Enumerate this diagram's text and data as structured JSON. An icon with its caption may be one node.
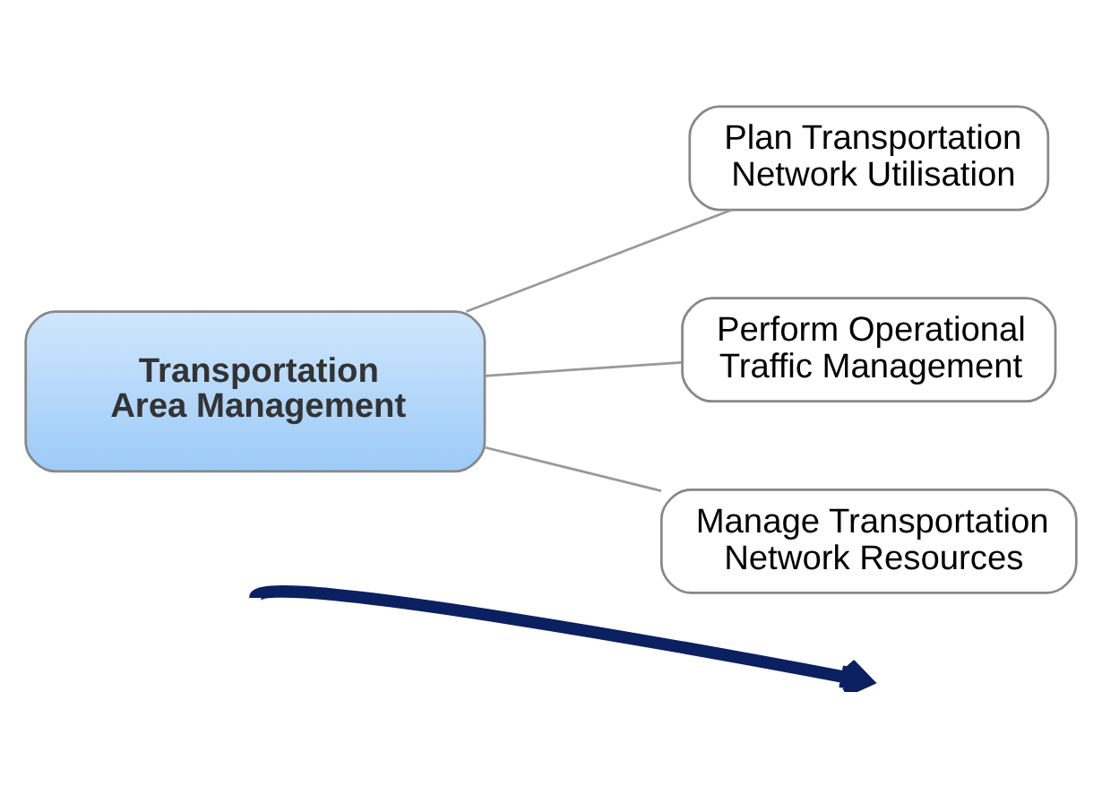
{
  "diagram": {
    "nodes": [
      {
        "text": [
          "Transportation Area Management"
        ]
      },
      {
        "text": [
          "Plan Transportation Network Utilisation"
        ]
      },
      {
        "text": [
          "Perform Operational Traffic Management"
        ]
      },
      {
        "text": [
          "Manage Transportation Network Resources"
        ]
      }
    ],
    "edges": [
      {
        "from": 0,
        "to": 1,
        "arrow": "none"
      },
      {
        "from": 0,
        "to": 2,
        "arrow": "none"
      },
      {
        "from": 0,
        "to": 3,
        "arrow": "none"
      }
    ]
  }
}
